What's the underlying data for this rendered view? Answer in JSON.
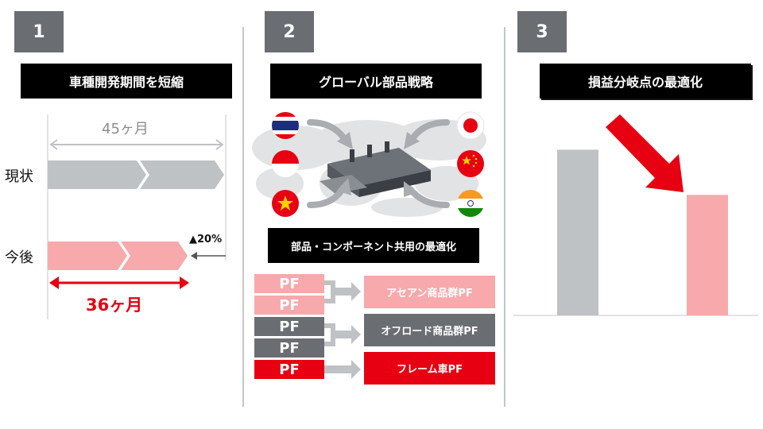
{
  "section1": {
    "number": "1",
    "title": "車種開発期間を短縮",
    "current_duration": "45ヶ月",
    "row_current": "現状",
    "row_future": "今後",
    "reduction": "▲20%",
    "future_duration": "36ヶ月"
  },
  "section2": {
    "number": "2",
    "title": "グローバル部品戦略",
    "subtitle": "部品・コンポーネント共用の最適化",
    "pf_label": "PF",
    "group_asean": "アセアン商品群PF",
    "group_offroad": "オフロード商品群PF",
    "group_frame": "フレーム車PF"
  },
  "section3": {
    "number": "3",
    "title": "損益分岐点の最適化"
  },
  "chart_data": {
    "type": "bar",
    "categories": [
      "",
      ""
    ],
    "values": [
      0.88,
      0.64
    ],
    "title": "損益分岐点の最適化",
    "ylim": [
      0,
      1
    ]
  },
  "colors": {
    "gray_dark": "#6a6d72",
    "gray_light": "#bfc2c5",
    "pink": "#f8a9ab",
    "red": "#e60012",
    "black": "#000000"
  },
  "icons": [
    "thailand-flag-icon",
    "indonesia-flag-icon",
    "vietnam-flag-icon",
    "japan-flag-icon",
    "china-flag-icon",
    "india-flag-icon",
    "factory-icon",
    "world-map-icon"
  ]
}
